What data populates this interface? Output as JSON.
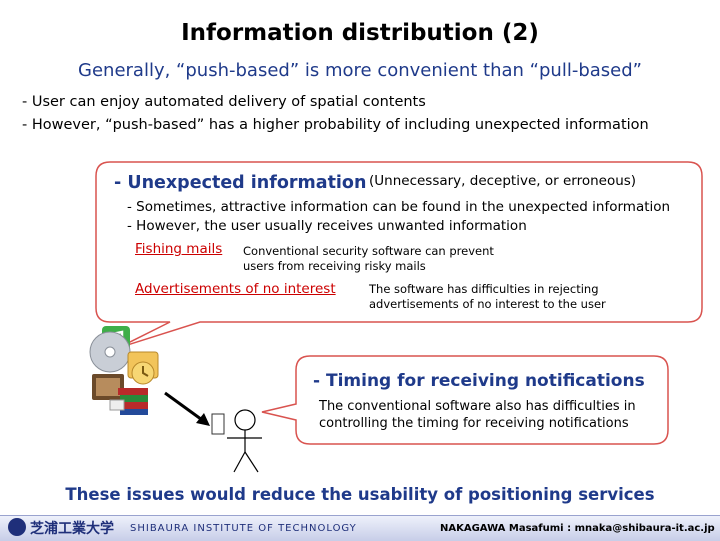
{
  "title": "Information distribution (2)",
  "subtitle": "Generally, “push-based” is more convenient than “pull-based”",
  "bullets": [
    "- User can enjoy automated delivery of spatial contents",
    "- However, “push-based” has a higher probability of including unexpected information"
  ],
  "unexpected": {
    "heading": "- Unexpected information",
    "note": "(Unnecessary, deceptive, or erroneous)",
    "lines": [
      "- Sometimes, attractive information can be found in the unexpected information",
      "- However, the user usually receives unwanted information"
    ],
    "examples": [
      {
        "label": "Fishing mails",
        "desc": "Conventional security software can prevent users from receiving risky mails"
      },
      {
        "label": "Advertisements of no interest",
        "desc": "The software has difficulties in rejecting advertisements of no interest to the user"
      }
    ]
  },
  "timing": {
    "heading": "- Timing for receiving notifications",
    "desc": "The conventional software also has difficulties in controlling the timing for receiving notifications"
  },
  "conclusion": "These issues would reduce the usability of positioning services",
  "footer": {
    "logo_text": "芝浦工業大学",
    "institution": "SHIBAURA INSTITUTE OF TECHNOLOGY",
    "author": "NAKAGAWA Masafumi : mnaka@shibaura-it.ac.jp"
  },
  "colors": {
    "heading_blue": "#1f3a8a",
    "callout_border": "#d9534f",
    "example_red": "#cc0000",
    "footer_blue": "#1f2f7a"
  },
  "icons": [
    "music-icon",
    "cd-icon",
    "calendar-icon",
    "photo-icon",
    "books-icon",
    "mail-icon",
    "person-icon",
    "arrow-icon"
  ]
}
